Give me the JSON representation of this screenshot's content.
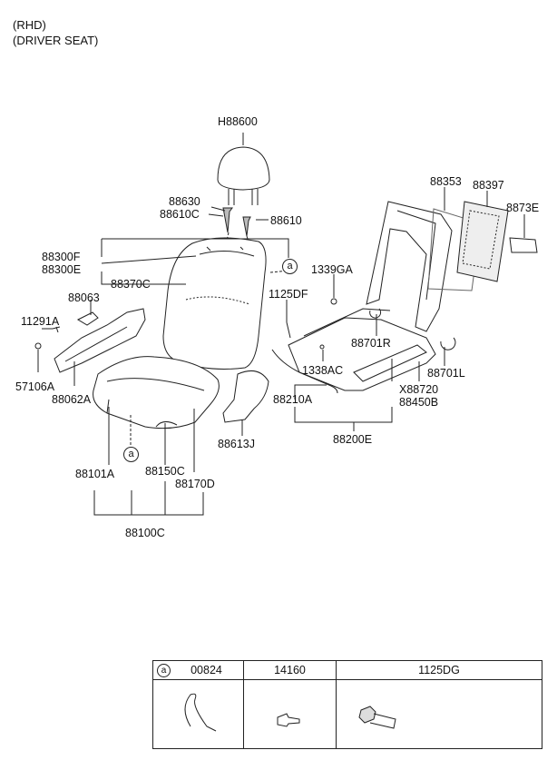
{
  "header": {
    "line1": "(RHD)",
    "line2": "(DRIVER SEAT)"
  },
  "labels": {
    "h88600": "H88600",
    "p88630": "88630",
    "p88610c": "88610C",
    "p88610": "88610",
    "p88300f": "88300F",
    "p88300e": "88300E",
    "p88370c": "88370C",
    "p88063": "88063",
    "p11291a": "11291A",
    "p57106a": "57106A",
    "p88062a": "88062A",
    "p88613j": "88613J",
    "p88101a": "88101A",
    "p88150c": "88150C",
    "p88170d": "88170D",
    "p88100c": "88100C",
    "p88353": "88353",
    "p88397": "88397",
    "p8873e": "8873E",
    "p1339ga": "1339GA",
    "p1125df": "1125DF",
    "p88701r": "88701R",
    "p1338ac": "1338AC",
    "p88701l": "88701L",
    "p88210a": "88210A",
    "px88720": "X88720",
    "p88450b": "88450B",
    "p88200e": "88200E",
    "circle_a": "a"
  },
  "table": {
    "circle": "a",
    "columns": [
      "00824",
      "14160",
      "1125DG"
    ]
  }
}
